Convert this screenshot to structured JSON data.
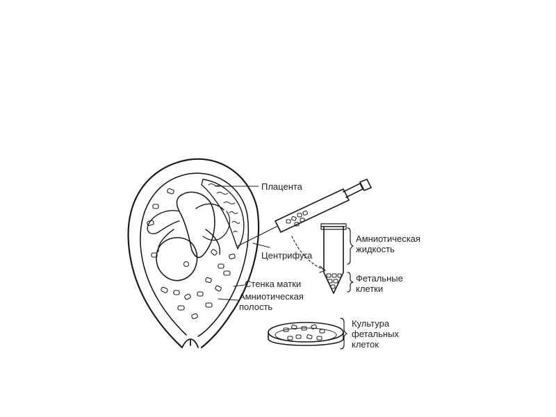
{
  "labels": {
    "placenta": "Плацента",
    "amniotic_fluid_line1": "Амниотическая",
    "amniotic_fluid_line2": "жидкость",
    "centrifuge": "Центрифуга",
    "fetal_cells_line1": "Фетальные",
    "fetal_cells_line2": "клетки",
    "uterine_wall": "Стенка матки",
    "amniotic_cavity_line1": "Амниотическая",
    "amniotic_cavity_line2": "полость",
    "culture_line1": "Культура",
    "culture_line2": "фетальных",
    "culture_line3": "клеток"
  },
  "colors": {
    "ink": "#1a1a1a",
    "text": "#222222",
    "background": "#ffffff"
  }
}
